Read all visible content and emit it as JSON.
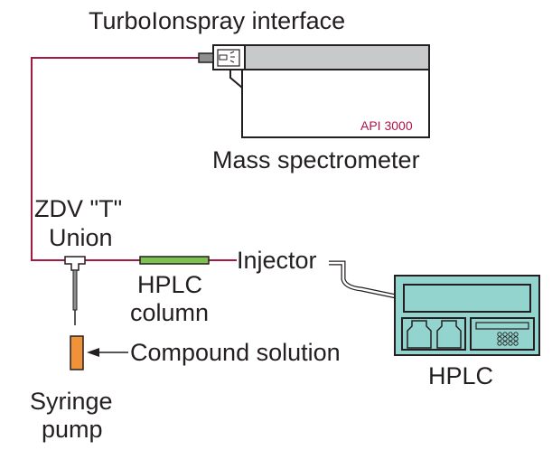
{
  "labels": {
    "interface": "TurboIonspray interface",
    "mass_spec": "Mass spectrometer",
    "model": "API 3000",
    "union_line1": "ZDV \"T\"",
    "union_line2": "Union",
    "column_line1": "HPLC",
    "column_line2": "column",
    "injector": "Injector",
    "compound": "Compound solution",
    "hplc": "HPLC",
    "syringe_line1": "Syringe",
    "syringe_line2": "pump"
  },
  "colors": {
    "flow_line": "#a6193f",
    "column": "#7dc24e",
    "syringe": "#f0923a",
    "hplc_body": "#93d4ce",
    "ms_bar": "#c8c9cb",
    "outline": "#231f20",
    "model_text": "#b5124a"
  }
}
